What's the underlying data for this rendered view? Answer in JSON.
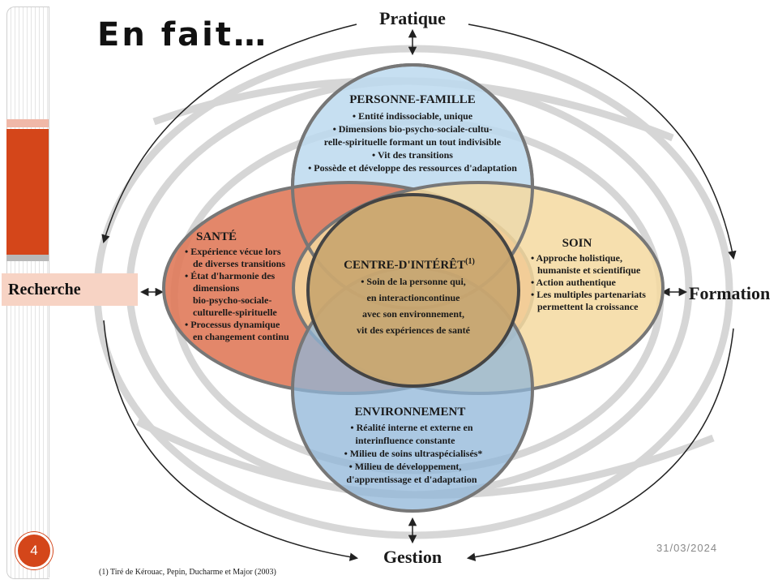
{
  "slide": {
    "title": "En fait…",
    "page_number": "4",
    "date": "31/03/2024"
  },
  "diagram": {
    "outer": {
      "top": "Pratique",
      "right": "Formation",
      "bottom": "Gestion",
      "left": "Recherche"
    },
    "personne": {
      "title": "PERSONNE-FAMILLE",
      "lines": [
        "• Entité indissociable, unique",
        "• Dimensions bio-psycho-sociale-cultu-",
        "relle-spirituelle formant un tout indivisible",
        "• Vit des transitions",
        "• Possède et développe des ressources d'adaptation"
      ]
    },
    "sante": {
      "title": "SANTÉ",
      "lines": [
        "• Expérience vécue lors",
        "de diverses transitions",
        "• État d'harmonie des",
        "dimensions",
        "bio-psycho-sociale-",
        "culturelle-spirituelle",
        "• Processus dynamique",
        "en changement continu"
      ]
    },
    "soin": {
      "title": "SOIN",
      "lines": [
        "• Approche holistique,",
        "humaniste et scientifique",
        "• Action authentique",
        "• Les multiples partenariats",
        "permettent la croissance"
      ]
    },
    "centre": {
      "title": "CENTRE-D'INTÉRÊT",
      "sup": "(1)",
      "lines": [
        "• Soin de la personne qui,",
        "en interactioncontinue",
        "avec son environnement,",
        "vit des expériences de santé"
      ]
    },
    "environnement": {
      "title": "ENVIRONNEMENT",
      "lines": [
        "• Réalité interne et externe en",
        "interinfluence constante",
        "• Milieu de soins ultraspécialisés*",
        "• Milieu de développement,",
        "d'apprentissage et d'adaptation"
      ]
    },
    "footnote": "(1) Tiré de Kérouac, Pepin, Ducharme et Major (2003)",
    "colors": {
      "personne": "#bcd9ee",
      "sante": "#e07a5a",
      "soin": "#f5d9a0",
      "environnement": "#8fb6d8",
      "centre": "#c9a770",
      "accent": "#d4461a"
    }
  }
}
